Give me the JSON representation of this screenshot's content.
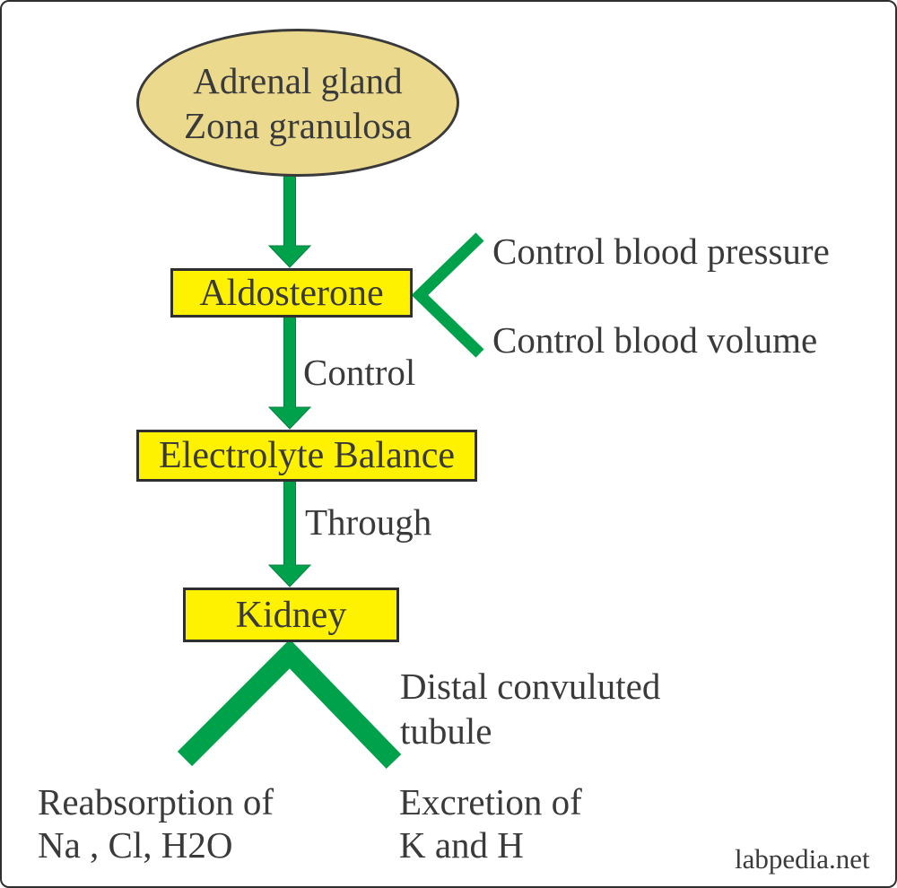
{
  "colors": {
    "arrow_green": "#00A14B",
    "box_yellow": "#FFF200",
    "ellipse_fill": "#EBD98E",
    "outline": "#3A3A3A",
    "text": "#3A3A3A",
    "background": "#FFFFFF"
  },
  "diagram": {
    "nodes": {
      "adrenal": {
        "line1": "Adrenal gland",
        "line2": "Zona granulosa"
      },
      "aldosterone": {
        "label": "Aldosterone"
      },
      "electrolyte": {
        "label": "Electrolyte Balance"
      },
      "kidney": {
        "label": "Kidney"
      }
    },
    "labels": {
      "control": "Control",
      "through": "Through",
      "control_blood_pressure": "Control blood pressure",
      "control_blood_volume": "Control blood volume",
      "distal_line1": "Distal convuluted",
      "distal_line2": "tubule",
      "reabsorption_line1": "Reabsorption of",
      "reabsorption_line2": "Na , Cl, H2O",
      "excretion_line1": "Excretion of",
      "excretion_line2": "K and H",
      "watermark": "labpedia.net"
    }
  }
}
